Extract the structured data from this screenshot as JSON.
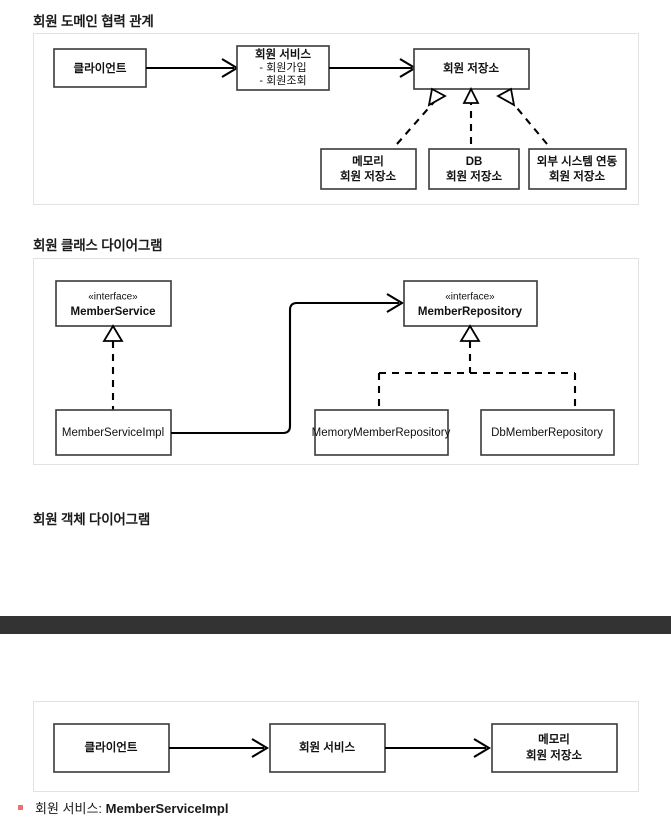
{
  "page": {
    "background": "#ffffff",
    "divider_color": "#333333",
    "bullet_color": "#ef6f6f"
  },
  "sections": [
    {
      "id": "domain",
      "heading": "회원 도메인 협력 관계"
    },
    {
      "id": "class",
      "heading": "회원 클래스 다이어그램"
    },
    {
      "id": "object",
      "heading": "회원 객체 다이어그램"
    }
  ],
  "domain_diagram": {
    "nodes": {
      "client": {
        "label": "클라이언트"
      },
      "service": {
        "title": "회원 서비스",
        "lines": [
          "- 회원가입",
          "- 회원조회"
        ]
      },
      "repo": {
        "label": "회원 저장소"
      },
      "memory": {
        "line1": "메모리",
        "line2": "회원 저장소"
      },
      "db": {
        "line1": "DB",
        "line2": "회원 저장소"
      },
      "external": {
        "line1": "외부 시스템 연동",
        "line2": "회원 저장소"
      }
    }
  },
  "class_diagram": {
    "nodes": {
      "member_service": {
        "stereotype": "«interface»",
        "name": "MemberService"
      },
      "member_repository": {
        "stereotype": "«interface»",
        "name": "MemberRepository"
      },
      "service_impl": {
        "name": "MemberServiceImpl"
      },
      "memory_repo": {
        "name": "MemoryMemberRepository"
      },
      "db_repo": {
        "name": "DbMemberRepository"
      }
    }
  },
  "object_diagram": {
    "nodes": {
      "client": {
        "label": "클라이언트"
      },
      "service": {
        "label": "회원 서비스"
      },
      "memory": {
        "line1": "메모리",
        "line2": "회원 저장소"
      }
    }
  },
  "footer_note": {
    "prefix": "회원 서비스: ",
    "emphasis": "MemberServiceImpl"
  }
}
